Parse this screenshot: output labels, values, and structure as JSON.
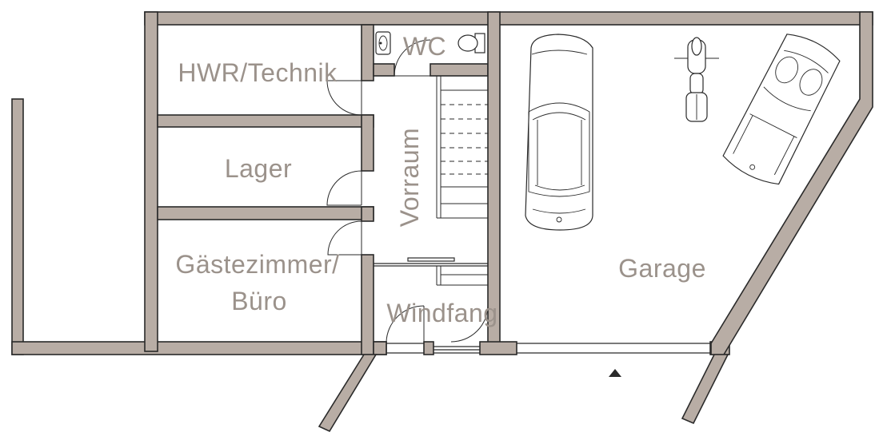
{
  "rooms": {
    "hwr": "HWR/Technik",
    "wc": "WC",
    "lager": "Lager",
    "vorraum": "Vorraum",
    "gaeste_line1": "Gästezimmer/",
    "gaeste_line2": "Büro",
    "windfang": "Windfang",
    "garage": "Garage"
  },
  "colors": {
    "wall_fill": "#b8ada5",
    "label": "#9b928b",
    "outline": "#2a2a2a"
  },
  "icons": [
    "car-icon",
    "motorcycle-icon",
    "convertible-car-icon",
    "toilet-icon",
    "sink-icon",
    "entrance-arrow-icon"
  ]
}
